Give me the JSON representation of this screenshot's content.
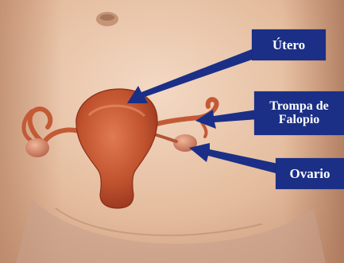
{
  "labels": {
    "utero": "Útero",
    "trompa": "Trompa de\nFalopio",
    "ovario": "Ovario"
  },
  "colors": {
    "label_background": "#1b2f86",
    "label_text": "#ffffff",
    "arrow": "#1b2f86",
    "organ": "#b5462b",
    "skin": "#e8c3a6"
  }
}
